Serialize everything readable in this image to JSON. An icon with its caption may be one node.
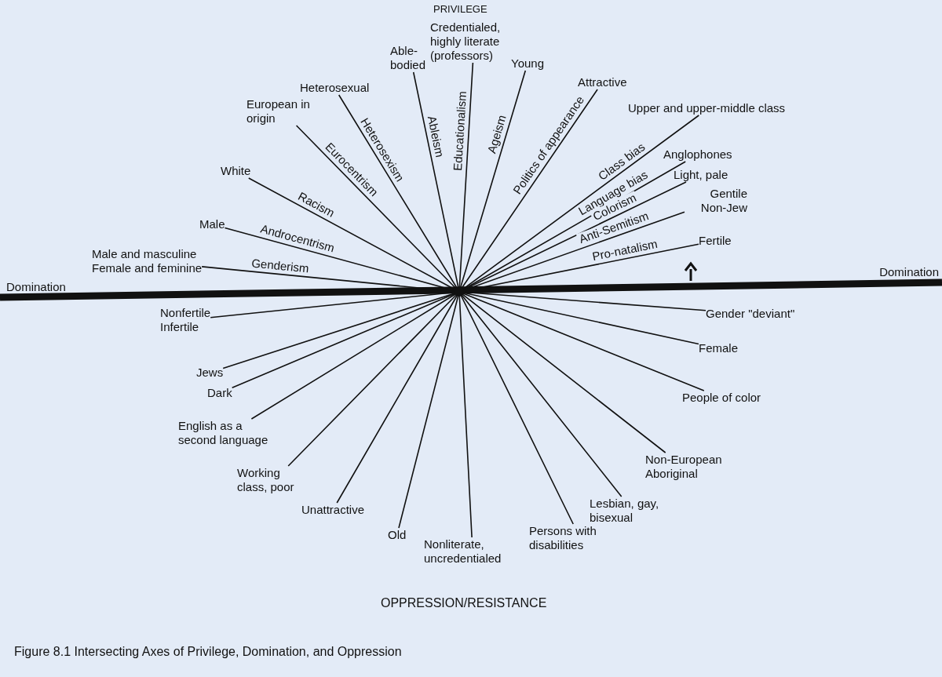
{
  "diagram": {
    "caption": "Figure 8.1 Intersecting Axes of Privilege, Domination, and Oppression",
    "nodes": [
      {
        "text": [
          "Credentialed, highly literate (professors)"
        ]
      },
      {
        "text": [
          "Able-bodied"
        ]
      },
      {
        "text": [
          "Young"
        ]
      },
      {
        "text": [
          "Attractive"
        ]
      },
      {
        "text": [
          "Heterosexual"
        ]
      },
      {
        "text": [
          "Upper and upper-middle class"
        ]
      },
      {
        "text": [
          "European in origin"
        ]
      },
      {
        "text": [
          "Anglophones"
        ]
      },
      {
        "text": [
          "White"
        ]
      },
      {
        "text": [
          "Light, pale"
        ]
      },
      {
        "text": [
          "Gentile",
          "Non-Jew"
        ]
      },
      {
        "text": [
          "Male"
        ]
      },
      {
        "text": [
          "Fertile"
        ]
      },
      {
        "text": [
          "Male and masculine",
          "Female and feminine"
        ]
      },
      {
        "text": [
          "Domination"
        ]
      },
      {
        "text": [
          "Domination"
        ]
      },
      {
        "text": [
          "Gender \"deviant\""
        ]
      },
      {
        "text": [
          "Nonfertile",
          "Infertile"
        ]
      },
      {
        "text": [
          "Female"
        ]
      },
      {
        "text": [
          "Jews"
        ]
      },
      {
        "text": [
          "Dark"
        ]
      },
      {
        "text": [
          "People of color"
        ]
      },
      {
        "text": [
          "English as a second language"
        ]
      },
      {
        "text": [
          "Non-European",
          "Aboriginal"
        ]
      },
      {
        "text": [
          "Working class, poor"
        ]
      },
      {
        "text": [
          "Lesbian, gay, bisexual"
        ]
      },
      {
        "text": [
          "Unattractive"
        ]
      },
      {
        "text": [
          "Old"
        ]
      },
      {
        "text": [
          "Persons with disabilities"
        ]
      },
      {
        "text": [
          "Nonliterate, uncredentialed"
        ]
      }
    ],
    "edges": [
      {
        "from": 14,
        "to": 15,
        "arrow": "none",
        "style": "thick"
      },
      {
        "from": 13,
        "to": 16,
        "arrow": "none",
        "label": "Genderism"
      },
      {
        "from": 11,
        "to": 18,
        "arrow": "none",
        "label": "Androcentrism"
      },
      {
        "from": 8,
        "to": 21,
        "arrow": "none",
        "label": "Racism"
      },
      {
        "from": 6,
        "to": 23,
        "arrow": "none",
        "label": "Eurocentrism"
      },
      {
        "from": 4,
        "to": 25,
        "arrow": "none",
        "label": "Heterosexism"
      },
      {
        "from": 1,
        "to": 28,
        "arrow": "none",
        "label": "Ableism"
      },
      {
        "from": 0,
        "to": 29,
        "arrow": "none",
        "label": "Educationalism"
      },
      {
        "from": 2,
        "to": 27,
        "arrow": "none",
        "label": "Ageism"
      },
      {
        "from": 3,
        "to": 26,
        "arrow": "none",
        "label": "Politics of appearance"
      },
      {
        "from": 5,
        "to": 24,
        "arrow": "none",
        "label": "Class bias"
      },
      {
        "from": 7,
        "to": 22,
        "arrow": "none",
        "label": "Language bias"
      },
      {
        "from": 9,
        "to": 20,
        "arrow": "none",
        "label": "Colorism"
      },
      {
        "from": 10,
        "to": 19,
        "arrow": "none",
        "label": "Anti-Semitism"
      },
      {
        "from": 12,
        "to": 17,
        "arrow": "none",
        "label": "Pro-natalism"
      }
    ],
    "labels": [
      "PRIVILEGE",
      "OPPRESSION/RESISTANCE"
    ]
  }
}
